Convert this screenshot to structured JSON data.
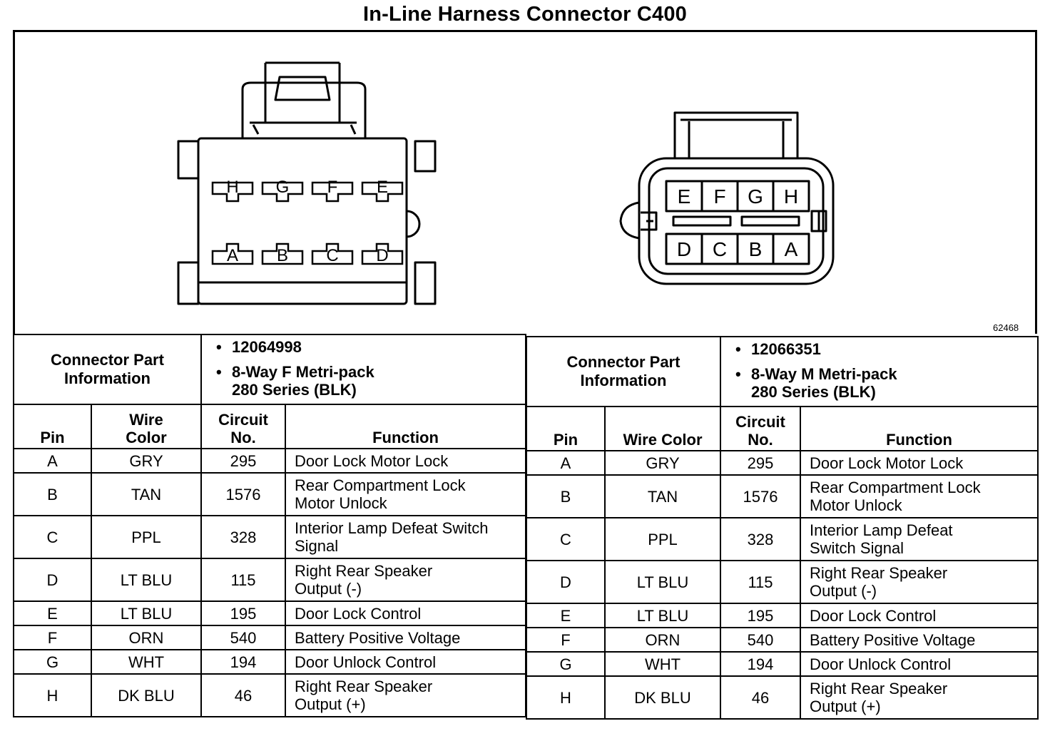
{
  "title": "In-Line Harness Connector C400",
  "figure_code": "62468",
  "connector_f": {
    "pins_top": [
      "H",
      "G",
      "F",
      "E"
    ],
    "pins_bottom": [
      "A",
      "B",
      "C",
      "D"
    ]
  },
  "connector_m": {
    "pins_top": [
      "E",
      "F",
      "G",
      "H"
    ],
    "pins_bottom": [
      "D",
      "C",
      "B",
      "A"
    ]
  },
  "tables": [
    {
      "part_label_1": "Connector Part",
      "part_label_2": "Information",
      "bullet_marker": "•",
      "part_number": "12064998",
      "part_desc_1": "8-Way F Metri-pack",
      "part_desc_2": "280 Series (BLK)",
      "headers": {
        "pin": "Pin",
        "wire_1": "Wire",
        "wire_2": "Color",
        "circuit_1": "Circuit",
        "circuit_2": "No.",
        "function": "Function"
      },
      "rows": [
        {
          "pin": "A",
          "color": "GRY",
          "circuit": "295",
          "function_1": "Door Lock Motor Lock",
          "function_2": ""
        },
        {
          "pin": "B",
          "color": "TAN",
          "circuit": "1576",
          "function_1": "Rear Compartment Lock",
          "function_2": "Motor Unlock"
        },
        {
          "pin": "C",
          "color": "PPL",
          "circuit": "328",
          "function_1": "Interior Lamp Defeat Switch",
          "function_2": "Signal"
        },
        {
          "pin": "D",
          "color": "LT BLU",
          "circuit": "115",
          "function_1": "Right Rear Speaker",
          "function_2": "Output (-)"
        },
        {
          "pin": "E",
          "color": "LT BLU",
          "circuit": "195",
          "function_1": "Door Lock Control",
          "function_2": ""
        },
        {
          "pin": "F",
          "color": "ORN",
          "circuit": "540",
          "function_1": "Battery Positive Voltage",
          "function_2": ""
        },
        {
          "pin": "G",
          "color": "WHT",
          "circuit": "194",
          "function_1": "Door Unlock Control",
          "function_2": ""
        },
        {
          "pin": "H",
          "color": "DK BLU",
          "circuit": "46",
          "function_1": "Right Rear Speaker",
          "function_2": "Output (+)"
        }
      ]
    },
    {
      "part_label_1": "Connector Part",
      "part_label_2": "Information",
      "bullet_marker": "•",
      "part_number": "12066351",
      "part_desc_1": "8-Way M Metri-pack",
      "part_desc_2": "280 Series (BLK)",
      "headers": {
        "pin": "Pin",
        "wire_1": "Wire Color",
        "wire_2": "",
        "circuit_1": "Circuit",
        "circuit_2": "No.",
        "function": "Function"
      },
      "rows": [
        {
          "pin": "A",
          "color": "GRY",
          "circuit": "295",
          "function_1": "Door Lock Motor Lock",
          "function_2": ""
        },
        {
          "pin": "B",
          "color": "TAN",
          "circuit": "1576",
          "function_1": "Rear Compartment Lock",
          "function_2": "Motor Unlock"
        },
        {
          "pin": "C",
          "color": "PPL",
          "circuit": "328",
          "function_1": "Interior Lamp Defeat",
          "function_2": "Switch Signal"
        },
        {
          "pin": "D",
          "color": "LT BLU",
          "circuit": "115",
          "function_1": "Right Rear Speaker",
          "function_2": "Output (-)"
        },
        {
          "pin": "E",
          "color": "LT BLU",
          "circuit": "195",
          "function_1": "Door Lock Control",
          "function_2": ""
        },
        {
          "pin": "F",
          "color": "ORN",
          "circuit": "540",
          "function_1": "Battery Positive Voltage",
          "function_2": ""
        },
        {
          "pin": "G",
          "color": "WHT",
          "circuit": "194",
          "function_1": "Door Unlock Control",
          "function_2": ""
        },
        {
          "pin": "H",
          "color": "DK BLU",
          "circuit": "46",
          "function_1": "Right Rear Speaker",
          "function_2": "Output (+)"
        }
      ]
    }
  ]
}
